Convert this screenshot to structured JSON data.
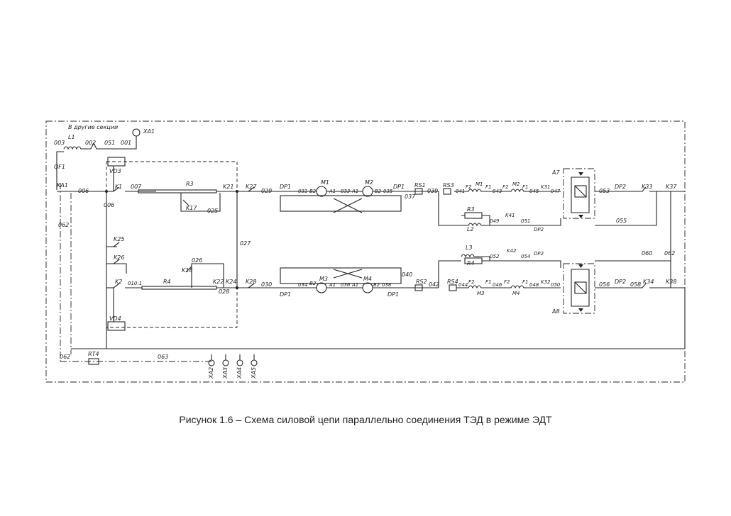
{
  "caption": "Рисунок 1.6 – Схема силовой  цепи параллельно соединения ТЭД в режиме ЭДТ",
  "labels": {
    "to_other_sections": "В другие секции",
    "w003": "003",
    "L1": "L1",
    "w002": "002",
    "w051_top": "051",
    "w001": "001",
    "XA1": "XA1",
    "QF1": "QF1",
    "KA1": "KA1",
    "w006a": "006",
    "w006b": "006",
    "w062_left": "062",
    "VD3": "VD3",
    "VD4": "VD4",
    "K1": "K1",
    "w007": "007",
    "R3": "R3",
    "K17": "K17",
    "w025": "025",
    "K21": "K21",
    "K27": "K27",
    "w029": "029",
    "w027": "027",
    "DP1_t": "DP1",
    "w031": "031",
    "B2_t1": "B2",
    "M1": "M1",
    "A1_t1": "A1",
    "w033": "033",
    "A1_t2": "A1",
    "M2": "M2",
    "B2_t2": "B2",
    "w035": "035",
    "DP1_t2": "DP1",
    "w037": "037",
    "RS1": "RS1",
    "w039": "039",
    "RS3": "RS3",
    "w041": "041",
    "F2_t": "F2",
    "M1s": "M1",
    "F1_t": "F1",
    "w043": "043",
    "F2_t2": "F2",
    "M2s": "M2",
    "F1_t2": "F1",
    "w045": "045",
    "K31": "K31",
    "w047": "047",
    "A7": "A7",
    "w053": "053",
    "DP2_t": "DP2",
    "K33": "K33",
    "K37": "K37",
    "R3s": "R3",
    "L2": "L2",
    "w049": "049",
    "K41": "K41",
    "w051": "051",
    "DP2_m": "DP2",
    "w055": "055",
    "K25": "K25",
    "K26": "K26",
    "K18": "K18",
    "w026": "026",
    "K2": "K2",
    "w010": "010:1",
    "R4": "R4",
    "K22": "K22",
    "K24": "K24",
    "w028": "028",
    "K28": "K28",
    "w030": "030",
    "DP1_b": "DP1",
    "w034": "034",
    "B2_b1": "B2",
    "M3": "M3",
    "A1_b1": "A1",
    "w036": "036",
    "A1_b2": "A1",
    "M4": "M4",
    "B2_b2": "B2",
    "w038": "038",
    "DP1_b2": "DP1",
    "w040": "040",
    "RS2": "RS2",
    "w042": "042",
    "RS4": "RS4",
    "w044": "044",
    "F2_b": "F2",
    "M3s": "M3",
    "F1_b": "F1",
    "w046": "046",
    "F2_b2": "F2",
    "M4s": "M4",
    "F1_b2": "F1",
    "w048": "048",
    "K32": "K32",
    "w050": "050",
    "A8": "A8",
    "w056": "056",
    "DP2_b": "DP2",
    "w058": "058",
    "K34": "K34",
    "K38": "K38",
    "L3": "L3",
    "R4s": "R4",
    "w052": "052",
    "K42": "K42",
    "w054": "054",
    "DP2_b2": "DP2",
    "w060": "060",
    "w062_right": "062",
    "w062_bottom": "062",
    "RT4": "RT4",
    "w063": "063",
    "XA2": "XA2",
    "XA3": "XA3",
    "XA4": "XA4",
    "XA5": "XA5"
  }
}
